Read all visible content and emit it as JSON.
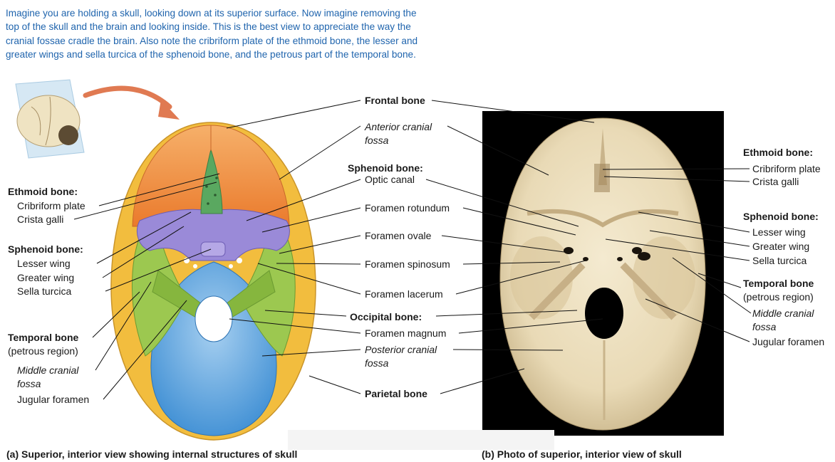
{
  "intro_text": "Imagine you are holding a skull, looking down at its superior surface. Now imagine removing the top of the skull and the brain and looking inside. This is the best view to appreciate the way the cranial fossae cradle the brain. Also note the cribriform plate of the ethmoid bone, the lesser and greater wings and sella turcica of the sphenoid bone, and the petrous part of the temporal bone.",
  "labels_left": {
    "ethmoid_heading": "Ethmoid bone:",
    "cribriform_plate": "Cribriform plate",
    "crista_galli": "Crista galli",
    "sphenoid_heading": "Sphenoid bone:",
    "lesser_wing": "Lesser wing",
    "greater_wing": "Greater wing",
    "sella_turcica": "Sella turcica",
    "temporal_heading": "Temporal bone",
    "petrous_region": "(petrous region)",
    "middle_cranial_1": "Middle cranial",
    "middle_cranial_2": "fossa",
    "jugular_foramen": "Jugular foramen"
  },
  "labels_center": {
    "frontal_bone": "Frontal bone",
    "anterior_cranial_1": "Anterior cranial",
    "anterior_cranial_2": "fossa",
    "sphenoid_heading": "Sphenoid bone:",
    "optic_canal": "Optic canal",
    "foramen_rotundum": "Foramen rotundum",
    "foramen_ovale": "Foramen ovale",
    "foramen_spinosum": "Foramen spinosum",
    "foramen_lacerum": "Foramen lacerum",
    "occipital_heading": "Occipital bone:",
    "foramen_magnum": "Foramen magnum",
    "posterior_cranial_1": "Posterior cranial",
    "posterior_cranial_2": "fossa",
    "parietal_bone": "Parietal bone"
  },
  "labels_right": {
    "ethmoid_heading": "Ethmoid bone:",
    "cribriform_plate": "Cribriform plate",
    "crista_galli": "Crista galli",
    "sphenoid_heading": "Sphenoid bone:",
    "lesser_wing": "Lesser wing",
    "greater_wing": "Greater wing",
    "sella_turcica": "Sella turcica",
    "temporal_heading": "Temporal bone",
    "petrous_region": "(petrous region)",
    "middle_cranial_1": "Middle cranial",
    "middle_cranial_2": "fossa",
    "jugular_foramen": "Jugular foramen"
  },
  "captions": {
    "a": "(a) Superior, interior view showing internal structures of skull",
    "b": "(b) Photo of superior, interior view of skull"
  },
  "colors": {
    "text_blue": "#1f64ad",
    "frontal": "#f08a3e",
    "ethmoid": "#5aa860",
    "sphenoid": "#9a8ad8",
    "temporal": "#9cc850",
    "occipital": "#4e9ad8",
    "parietal": "#f2bd3e",
    "photo_bg": "#000000",
    "photo_bone": "#ede0bf",
    "arrow": "#e07a52"
  }
}
